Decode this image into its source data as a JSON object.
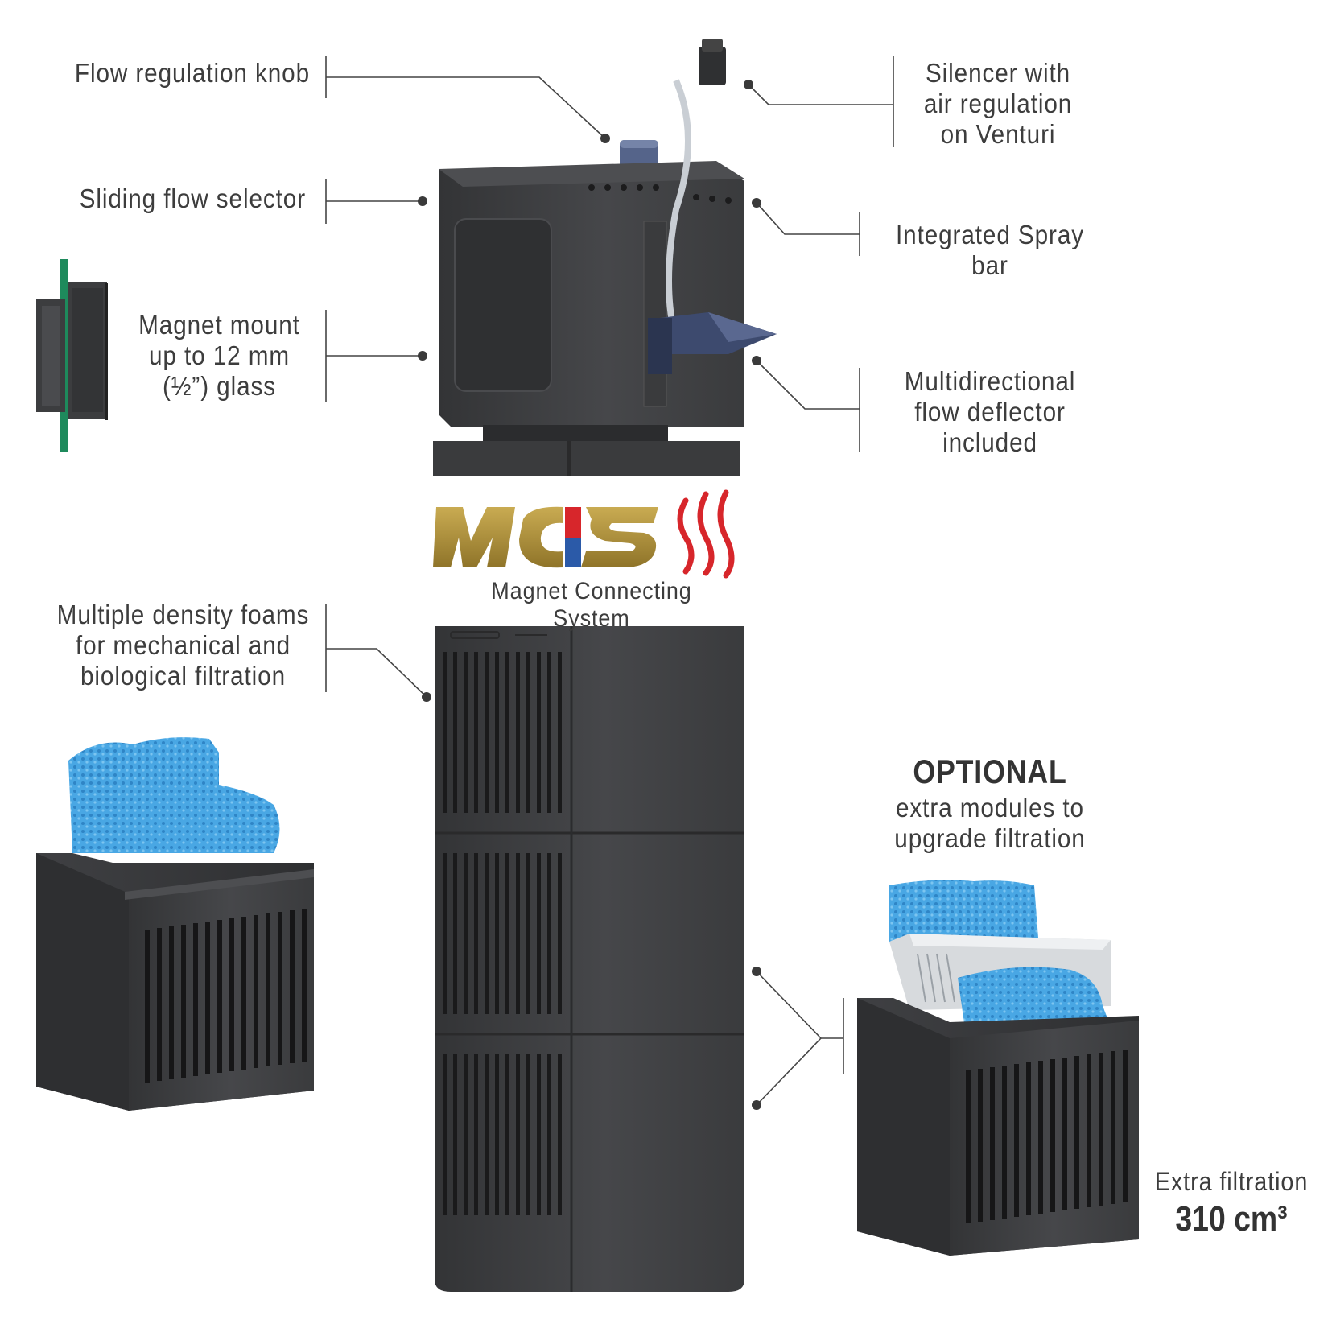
{
  "labels": {
    "flow_knob": "Flow regulation knob",
    "flow_selector": "Sliding flow selector",
    "magnet_mount": "Magnet mount\nup to 12 mm\n(½”) glass",
    "silencer": "Silencer with\nair regulation\non Venturi",
    "spray_bar": "Integrated Spray\nbar",
    "deflector": "Multidirectional\nflow deflector\nincluded",
    "foams": "Multiple density foams\nfor mechanical and\nbiological filtration"
  },
  "mcs": {
    "logo_text": "MCS",
    "caption": "Magnet Connecting System",
    "colors": {
      "gold": "#b4953c",
      "red": "#d7262b",
      "blue": "#2b5aa8"
    }
  },
  "optional": {
    "title": "OPTIONAL",
    "subtitle": "extra modules to\nupgrade filtration"
  },
  "extra": {
    "label": "Extra filtration",
    "value": "310 cm³"
  },
  "colors": {
    "body": "#3c3d3f",
    "body_light": "#4a4b4e",
    "foam": "#4aa9e6",
    "glass": "#1e8a5c"
  }
}
